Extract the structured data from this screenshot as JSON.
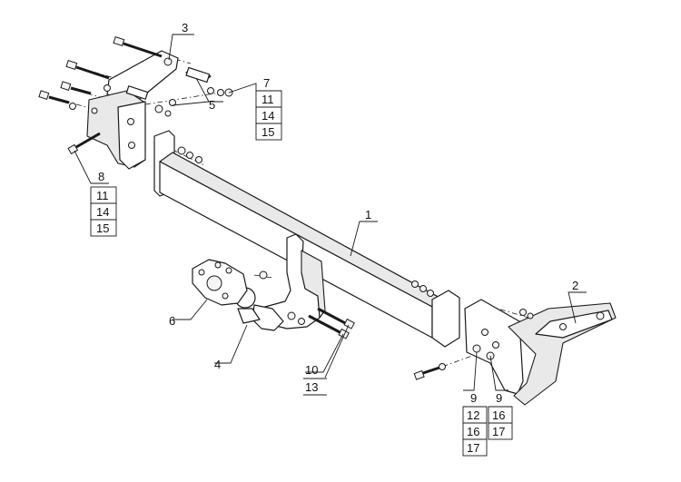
{
  "callouts": [
    {
      "id": "c1",
      "text": "1"
    },
    {
      "id": "c2",
      "text": "2"
    },
    {
      "id": "c3",
      "text": "3"
    },
    {
      "id": "c4",
      "text": "4"
    },
    {
      "id": "c5",
      "text": "5"
    },
    {
      "id": "c6",
      "text": "6"
    },
    {
      "id": "c7",
      "text": "7"
    },
    {
      "id": "c8",
      "text": "8"
    },
    {
      "id": "c10",
      "text": "10"
    },
    {
      "id": "c13",
      "text": "13"
    }
  ],
  "stack_right_top": [
    "11",
    "14",
    "15"
  ],
  "stack_left": [
    "11",
    "14",
    "15"
  ],
  "stack_bottom_left": [
    "9",
    "12",
    "16",
    "17"
  ],
  "stack_bottom_right": [
    "9",
    "16",
    "17"
  ]
}
